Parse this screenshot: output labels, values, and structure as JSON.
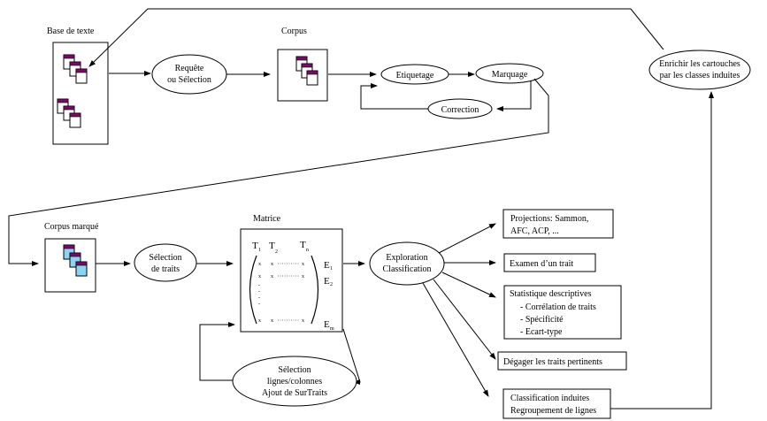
{
  "labels": {
    "base_texte": "Base de texte",
    "corpus": "Corpus",
    "requete_1": "Requête",
    "requete_2": "ou Sélection",
    "etiquetage": "Etiquetage",
    "marquage": "Marquage",
    "correction": "Correction",
    "enrichir_1": "Enrichir les cartouches",
    "enrichir_2": "par les classes induites",
    "corpus_marque": "Corpus marqué",
    "selection_traits_1": "Sélection",
    "selection_traits_2": "de traits",
    "matrice": "Matrice",
    "exploration_1": "Exploration",
    "exploration_2": "Classification",
    "projections_1": "Projections: Sammon,",
    "projections_2": "AFC, ACP, ...",
    "examen": "Examen d’un trait",
    "stat_1": "Statistique descriptives",
    "stat_2": "- Corrélation de traits",
    "stat_3": "- Spécificité",
    "stat_4": "- Ecart-type",
    "degager": "Dégager les traits pertinents",
    "classif_1": "Classification induites",
    "classif_2": "Regroupement de lignes",
    "sel_lignes_1": "Sélection",
    "sel_lignes_2": "lignes/colonnes",
    "sel_lignes_3": "Ajout de SurTraits"
  },
  "matrix": {
    "t1": "T",
    "t1_sub": "1",
    "t2": "T",
    "t2_sub": "2",
    "tn": "T",
    "tn_sub": "n",
    "e1": "E",
    "e1_sub": "1",
    "e2": "E",
    "e2_sub": "2",
    "em": "E",
    "em_sub": "m",
    "x": "x"
  },
  "colors": {
    "doc_header": "#7a0a6a",
    "doc_fill_marked": "#8ad4f0",
    "line": "#000000"
  }
}
